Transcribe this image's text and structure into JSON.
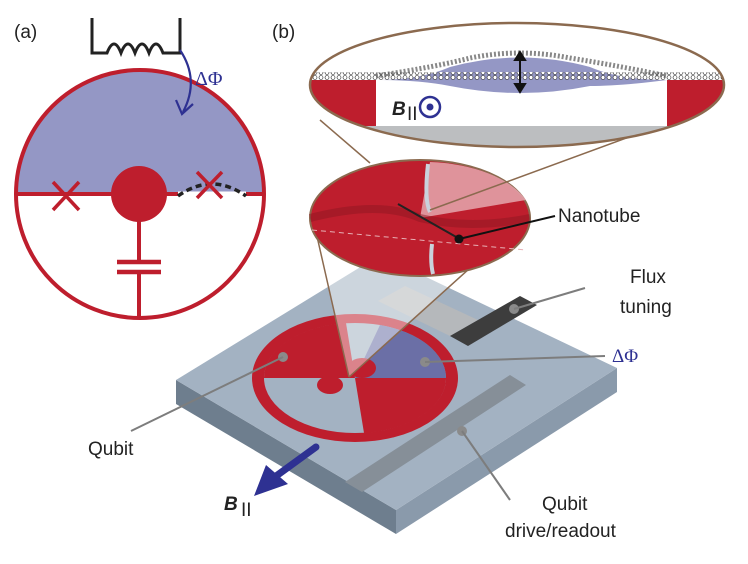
{
  "panels": {
    "a": {
      "label": "(a)",
      "flux_label": "ΔΦ"
    },
    "b": {
      "label": "(b)"
    }
  },
  "labels": {
    "nanotube": "Nanotube",
    "flux_tuning_1": "Flux",
    "flux_tuning_2": "tuning",
    "delta_phi": "ΔΦ",
    "qubit": "Qubit",
    "qubit_drive_1": "Qubit",
    "qubit_drive_2": "drive/readout",
    "b_field": "B",
    "b_field_sub": "II",
    "inset_b_field": "B",
    "inset_b_field_sub": "II"
  },
  "colors": {
    "red": "#be1e2d",
    "lavender": "#9497c5",
    "navy": "#2e3192",
    "substrate_top": "#a3b2c2",
    "substrate_side": "#6e7e8e",
    "leader": "#7d7d7d",
    "frame": "#8b6a4f"
  }
}
